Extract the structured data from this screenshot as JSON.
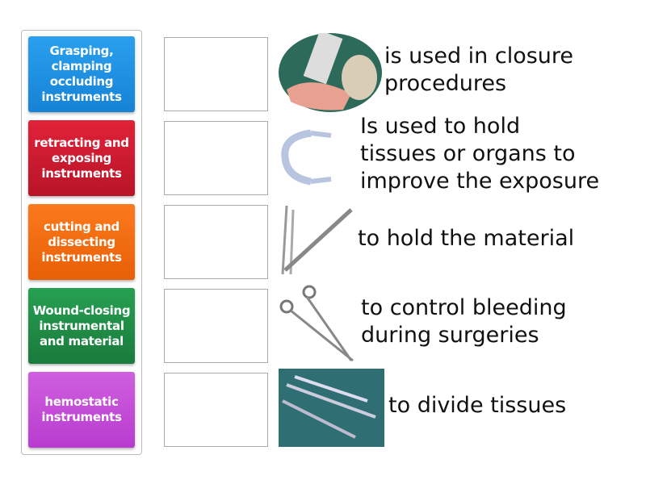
{
  "tiles": [
    {
      "label": "Grasping, clamping occluding instruments",
      "color": "#1e8fe0"
    },
    {
      "label": "retracting and exposing instruments",
      "color": "#d31a2e"
    },
    {
      "label": "cutting and dissecting instruments",
      "color": "#f0690e"
    },
    {
      "label": "Wound-closing instrumental and material",
      "color": "#1f8a45"
    },
    {
      "label": "hemostatic instruments",
      "color": "#c348d6"
    }
  ],
  "rows": [
    {
      "image": "skin-stapler-image",
      "text": "is used in closure\nprocedures"
    },
    {
      "image": "cheek-retractor-image",
      "text": "Is used to hold\ntissues or organs to\nimprove the exposure"
    },
    {
      "image": "tissue-forceps-image",
      "text": "to hold the material"
    },
    {
      "image": "hemostat-clamp-image",
      "text": "to control bleeding\nduring surgeries"
    },
    {
      "image": "scalpels-image",
      "text": "to divide tissues"
    }
  ]
}
